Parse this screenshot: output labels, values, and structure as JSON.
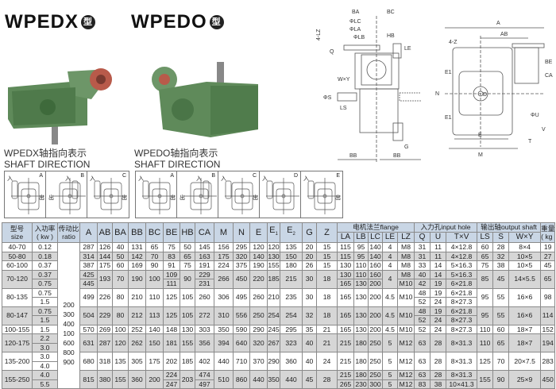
{
  "titles": {
    "left": "WPEDX",
    "right": "WPEDO",
    "suffix": "型"
  },
  "captions": {
    "left_cn": "WPEDX轴指向表示",
    "left_en": "SHAFT DIRECTION",
    "right_cn": "WPEDO轴指向表示",
    "right_en": "SHAFT DIRECTION"
  },
  "directions": {
    "left": [
      "A",
      "B",
      "C"
    ],
    "right": [
      "A",
      "B",
      "C",
      "D",
      "E"
    ],
    "in": "入",
    "out": "出"
  },
  "drawing_labels": {
    "side": [
      "BA",
      "BC",
      "ΦLC",
      "ΦLA",
      "ΦLB",
      "4-LZ",
      "HB",
      "LE",
      "Q",
      "W×Y",
      "ΦS",
      "LS",
      "G",
      "BB",
      "BB"
    ],
    "front": [
      "A",
      "AB",
      "4-Z",
      "BE",
      "CA",
      "N",
      "E1",
      "E1",
      "E",
      "M",
      "D",
      "ΦU",
      "V",
      "T"
    ]
  },
  "colors": {
    "header": "#c9d6e5",
    "row_alt": "#d6d6d6",
    "housing": "#5f8a5a"
  },
  "table": {
    "head1": [
      {
        "t": "型号",
        "s": "size",
        "rs": 2
      },
      {
        "t": "入功率",
        "s": "( kw )",
        "rs": 2
      },
      {
        "t": "传动比",
        "s": "ratio",
        "rs": 2
      },
      {
        "t": "A",
        "rs": 2,
        "big": 1
      },
      {
        "t": "AB",
        "rs": 2,
        "big": 1
      },
      {
        "t": "BA",
        "rs": 2,
        "big": 1
      },
      {
        "t": "BB",
        "rs": 2,
        "big": 1
      },
      {
        "t": "BC",
        "rs": 2,
        "big": 1
      },
      {
        "t": "BE",
        "rs": 2,
        "big": 1
      },
      {
        "t": "HB",
        "rs": 2,
        "big": 1
      },
      {
        "t": "CA",
        "rs": 2,
        "big": 1
      },
      {
        "t": "M",
        "rs": 2,
        "big": 1
      },
      {
        "t": "N",
        "rs": 2,
        "big": 1
      },
      {
        "t": "E",
        "rs": 2,
        "big": 1
      },
      {
        "t": "E",
        "sub": "1",
        "rs": 2,
        "big": 1
      },
      {
        "t": "E",
        "sub": "2",
        "rs": 2,
        "big": 1
      },
      {
        "t": "G",
        "rs": 2,
        "big": 1
      },
      {
        "t": "Z",
        "rs": 2,
        "big": 1
      },
      {
        "t": "电机法兰flange",
        "cs": 5
      },
      {
        "t": "入力孔input hole",
        "cs": 3
      },
      {
        "t": "输出轴output shaft",
        "cs": 3
      },
      {
        "t": "重量",
        "s": "( kg )",
        "rs": 2
      }
    ],
    "head2": [
      "LA",
      "LB",
      "LC",
      "LE",
      "LZ",
      "Q",
      "U",
      "T×V",
      "LS",
      "S",
      "W×Y"
    ],
    "ratios": [
      "200",
      "300",
      "400",
      "100",
      "600",
      "800",
      "900"
    ],
    "rows": [
      {
        "n": 1,
        "c": [
          "40-70",
          "0.12",
          "287",
          "126",
          "40",
          "131",
          "65",
          "75",
          "50",
          "145",
          "156",
          "295",
          "120",
          "120",
          "135",
          "20",
          "15",
          "115",
          "95",
          "140",
          "4",
          "M8",
          "31",
          "11",
          "4×12.8",
          "60",
          "28",
          "8×4",
          "19"
        ]
      },
      {
        "n": 1,
        "c": [
          "50-80",
          "0.18",
          "314",
          "144",
          "50",
          "142",
          "70",
          "83",
          "65",
          "163",
          "175",
          "320",
          "140",
          "130",
          "150",
          "20",
          "15",
          "115",
          "95",
          "140",
          "4",
          "M8",
          "31",
          "11",
          "4×12.8",
          "65",
          "32",
          "10×5",
          "27"
        ]
      },
      {
        "n": 1,
        "c": [
          "60-100",
          "0.37",
          "387",
          "175",
          "60",
          "169",
          "90",
          "91",
          "75",
          "191",
          "224",
          "375",
          "190",
          "155",
          "180",
          "26",
          "15",
          "130",
          "110",
          "160",
          "4",
          "M8",
          "33",
          "14",
          "5×16.3",
          "75",
          "38",
          "10×5",
          "45"
        ]
      },
      {
        "n": 2,
        "c": [
          "70-120",
          [
            "0.37",
            "0.75"
          ],
          [
            "425",
            "445"
          ],
          "193",
          "70",
          "190",
          "100",
          [
            "109",
            "111"
          ],
          "90",
          [
            "229",
            "231"
          ],
          "266",
          "450",
          "220",
          "185",
          "215",
          "30",
          "18",
          [
            "130",
            "165"
          ],
          [
            "110",
            "130"
          ],
          [
            "160",
            "200"
          ],
          "4",
          [
            "M8",
            "M10"
          ],
          [
            "40",
            "42"
          ],
          [
            "14",
            "19"
          ],
          [
            "5×16.3",
            "6×21.8"
          ],
          "85",
          "45",
          "14×5.5",
          "65"
        ]
      },
      {
        "n": 2,
        "c": [
          "80-135",
          [
            "0.75",
            "1.5"
          ],
          "499",
          "226",
          "80",
          "210",
          "110",
          "125",
          "105",
          "260",
          "306",
          "495",
          "260",
          "210",
          "235",
          "30",
          "18",
          "165",
          "130",
          "200",
          "4.5",
          "M10",
          [
            "48",
            "52"
          ],
          [
            "19",
            "24"
          ],
          [
            "6×21.8",
            "8×27.3"
          ],
          "95",
          "55",
          "16×6",
          "98"
        ]
      },
      {
        "n": 2,
        "c": [
          "80-147",
          [
            "0.75",
            "1.5"
          ],
          "504",
          "229",
          "80",
          "212",
          "113",
          "125",
          "105",
          "272",
          "310",
          "556",
          "250",
          "254",
          "254",
          "32",
          "18",
          "165",
          "130",
          "200",
          "4.5",
          "M10",
          [
            "48",
            "52"
          ],
          [
            "19",
            "24"
          ],
          [
            "6×21.8",
            "8×27.3"
          ],
          "95",
          "55",
          "16×6",
          "114"
        ]
      },
      {
        "n": 1,
        "c": [
          "100-155",
          "1.5",
          "570",
          "269",
          "100",
          "252",
          "140",
          "148",
          "130",
          "303",
          "350",
          "590",
          "290",
          "245",
          "295",
          "35",
          "21",
          "165",
          "130",
          "200",
          "4.5",
          "M10",
          "52",
          "24",
          "8×27.3",
          "110",
          "60",
          "18×7",
          "152"
        ]
      },
      {
        "n": 2,
        "c": [
          "120-175",
          [
            "2.2",
            "3.0"
          ],
          "631",
          "287",
          "120",
          "262",
          "150",
          "181",
          "155",
          "356",
          "394",
          "640",
          "320",
          "267",
          "323",
          "40",
          "21",
          "215",
          "180",
          "250",
          "5",
          "M12",
          "63",
          "28",
          "8×31.3",
          "110",
          "65",
          "18×7",
          "194"
        ]
      },
      {
        "n": 2,
        "c": [
          "135-200",
          [
            "3.0",
            "4.0"
          ],
          "680",
          "318",
          "135",
          "305",
          "175",
          "202",
          "185",
          "402",
          "440",
          "710",
          "370",
          "290",
          "360",
          "40",
          "24",
          "215",
          "180",
          "250",
          "5",
          "M12",
          "63",
          "28",
          "8×31.3",
          "125",
          "70",
          "20×7.5",
          "283"
        ]
      },
      {
        "n": 2,
        "c": [
          "155-250",
          [
            "4.0",
            "5.5"
          ],
          "815",
          "380",
          "155",
          "360",
          "200",
          [
            "224",
            "247"
          ],
          "203",
          [
            "474",
            "497"
          ],
          "510",
          "860",
          "440",
          "350",
          "440",
          "45",
          "28",
          [
            "215",
            "265"
          ],
          [
            "180",
            "230"
          ],
          [
            "250",
            "300"
          ],
          [
            "5",
            "5"
          ],
          [
            "M12",
            "M12"
          ],
          [
            "63",
            "83"
          ],
          [
            "28",
            "38"
          ],
          [
            "8×31.3",
            "10×41.3"
          ],
          "155",
          "90",
          "25×9",
          "450"
        ]
      }
    ]
  }
}
